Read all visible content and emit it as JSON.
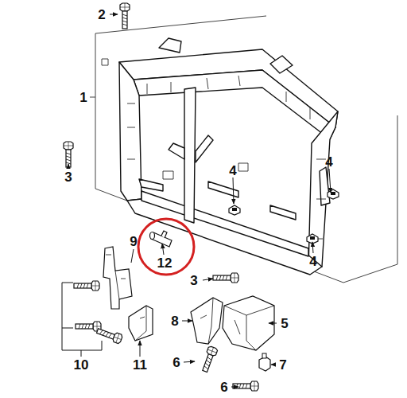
{
  "diagram": {
    "labels": [
      "2",
      "1",
      "3",
      "4",
      "4",
      "4",
      "9",
      "12",
      "3",
      "8",
      "5",
      "10",
      "11",
      "6",
      "7",
      "6"
    ]
  }
}
